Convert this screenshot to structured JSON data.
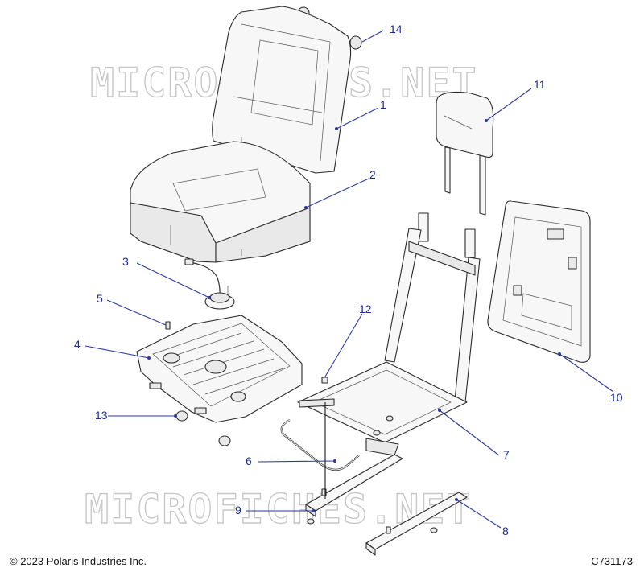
{
  "watermark": "MICROFICHES.NET",
  "footer": {
    "copyright": "© 2023 Polaris Industries Inc.",
    "reference_code": "C731173"
  },
  "callouts": [
    "1",
    "2",
    "3",
    "4",
    "5",
    "6",
    "7",
    "8",
    "9",
    "10",
    "11",
    "12",
    "13",
    "14"
  ],
  "colors": {
    "callout": "#1a2a9a",
    "linework": "#2a2a2a",
    "watermark": "#c8c8c8"
  }
}
